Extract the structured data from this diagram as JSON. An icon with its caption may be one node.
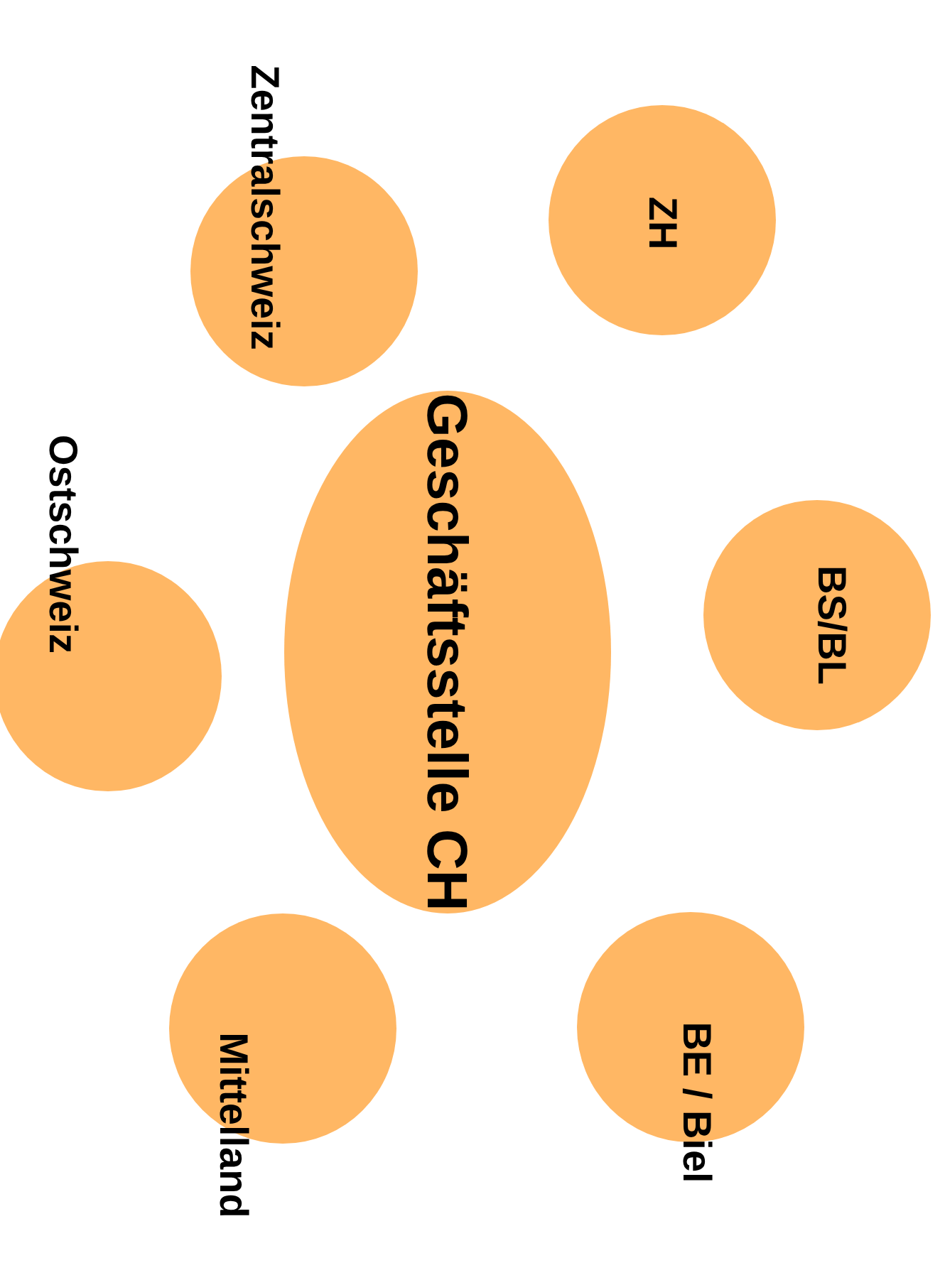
{
  "diagram": {
    "nodes": [
      {
        "text": [
          "Zentralschweiz"
        ]
      },
      {
        "text": [
          "ZH"
        ]
      },
      {
        "text": [
          "Ostschweiz"
        ]
      },
      {
        "text": [
          "Geschäftsstelle CH"
        ]
      },
      {
        "text": [
          "BS/BL"
        ]
      },
      {
        "text": [
          "Mittelland"
        ]
      },
      {
        "text": [
          "BE / Biel"
        ]
      }
    ]
  }
}
